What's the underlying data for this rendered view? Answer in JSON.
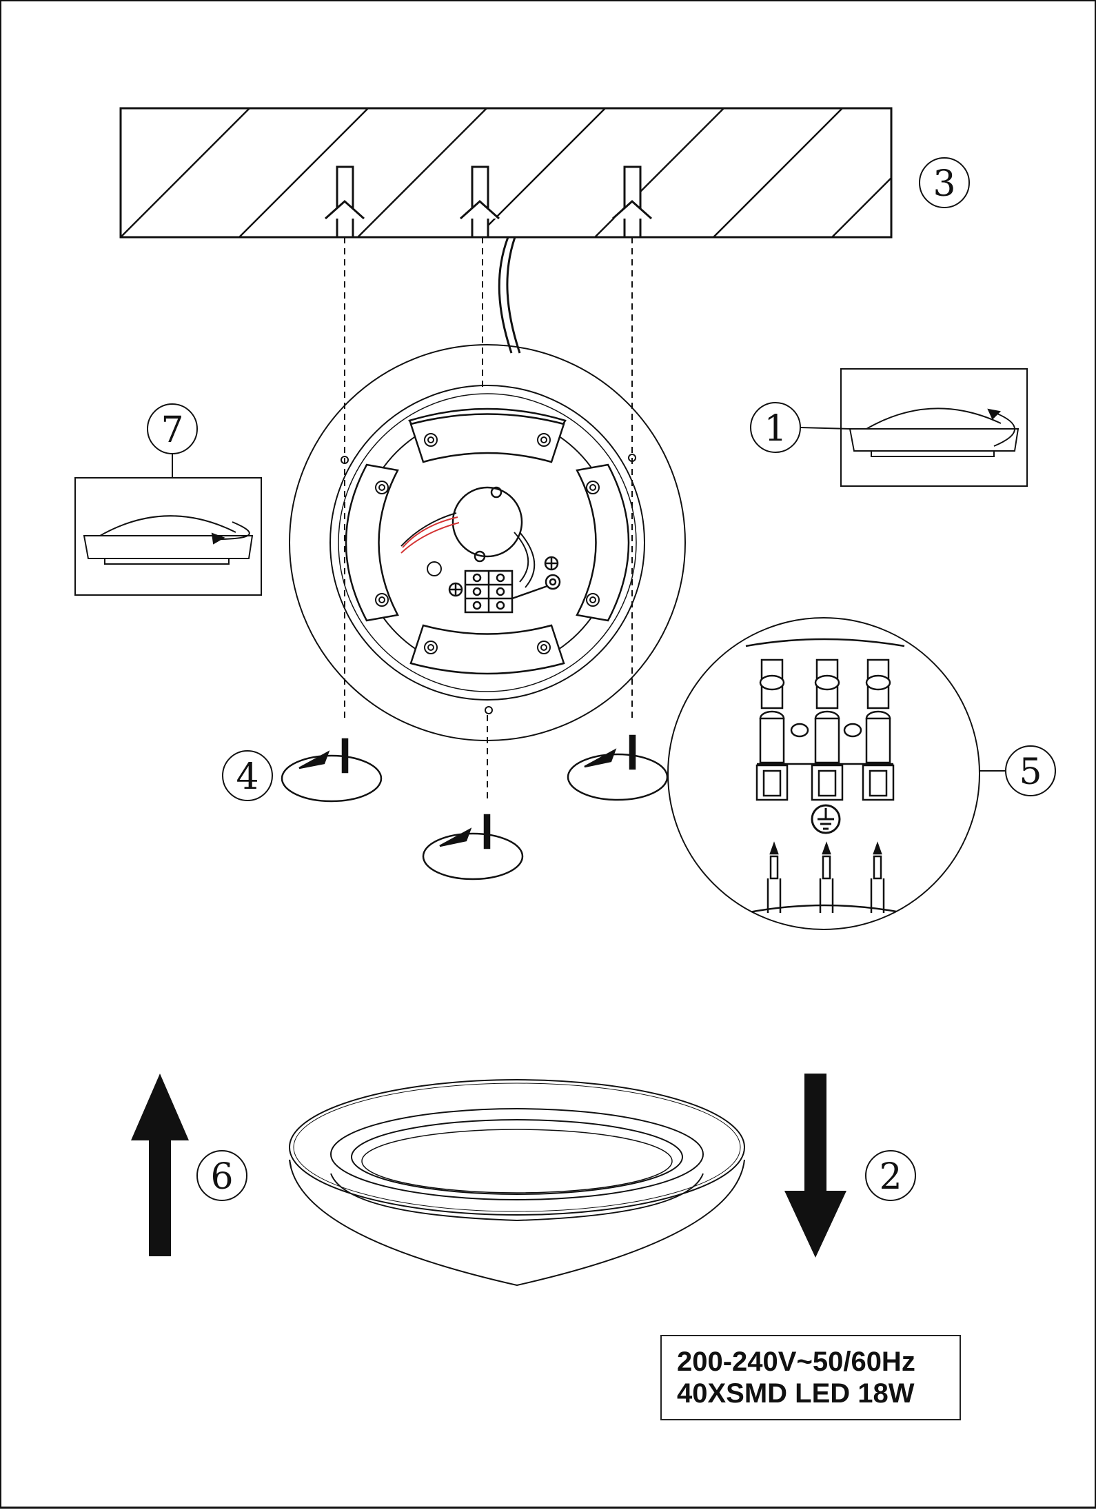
{
  "diagram": {
    "steps": [
      {
        "key": "step1",
        "number": "1",
        "meaning": "remove diffuser"
      },
      {
        "key": "step2",
        "number": "2",
        "meaning": "lower base"
      },
      {
        "key": "step3",
        "number": "3",
        "meaning": "ceiling"
      },
      {
        "key": "step4",
        "number": "4",
        "meaning": "fix screws"
      },
      {
        "key": "step5",
        "number": "5",
        "meaning": "connect wires"
      },
      {
        "key": "step6",
        "number": "6",
        "meaning": "lift base"
      },
      {
        "key": "step7",
        "number": "7",
        "meaning": "refit diffuser"
      }
    ],
    "ground_symbol": "earth-ground-icon"
  },
  "spec": {
    "voltage": "200-240V~50/60Hz",
    "led": "40XSMD LED 18W"
  },
  "colors": {
    "line": "#111111",
    "wire_red": "#d33333"
  }
}
